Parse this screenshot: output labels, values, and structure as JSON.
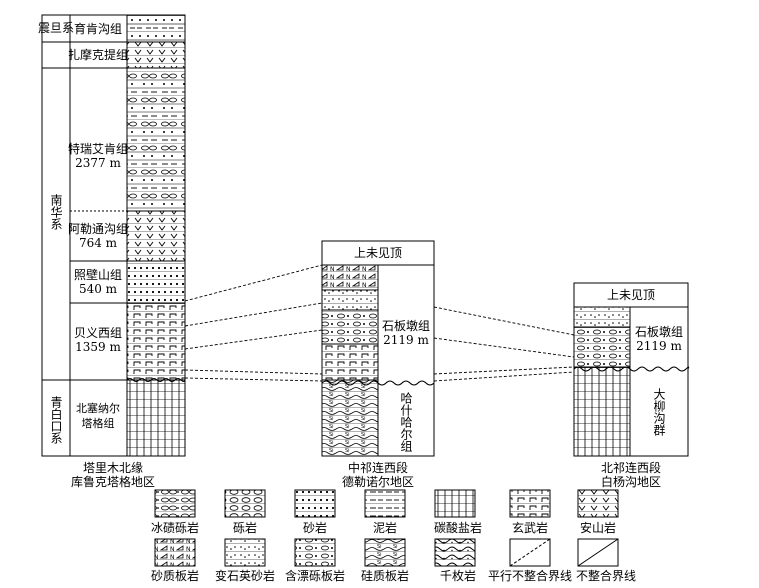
{
  "col1": {
    "systems": [
      "震旦系",
      "南华系",
      "青白口系"
    ],
    "formations": [
      {
        "name": "育肯沟组",
        "thickness": ""
      },
      {
        "name": "扎摩克提组",
        "thickness": ""
      },
      {
        "name": "特瑞艾肯组",
        "thickness": "2377 m"
      },
      {
        "name": "阿勒通沟组",
        "thickness": "764 m"
      },
      {
        "name": "照壁山组",
        "thickness": "540 m"
      },
      {
        "name": "贝义西组",
        "thickness": "1359 m"
      },
      {
        "name": "北塞纳尔塔格组",
        "thickness": ""
      }
    ],
    "caption": [
      "塔里木北缘",
      "库鲁克塔格地区"
    ]
  },
  "col2": {
    "top": "上未见顶",
    "formation": "石板墩组",
    "thickness": "2119 m",
    "lower": "哈什哈尔组",
    "caption": [
      "中祁连西段",
      "德勒诺尔地区"
    ]
  },
  "col3": {
    "top": "上未见顶",
    "formation": "石板墩组",
    "thickness": "2119 m",
    "lower": "大柳沟群",
    "caption": [
      "北祁连西段",
      "白杨沟地区"
    ]
  },
  "legend": [
    "冰碛砾岩",
    "砾岩",
    "砂岩",
    "泥岩",
    "碳酸盐岩",
    "玄武岩",
    "安山岩",
    "砂质板岩",
    "变石英砂岩",
    "含漂砾板岩",
    "硅质板岩",
    "千枚岩",
    "平行不整合界线",
    "不整合界线"
  ]
}
